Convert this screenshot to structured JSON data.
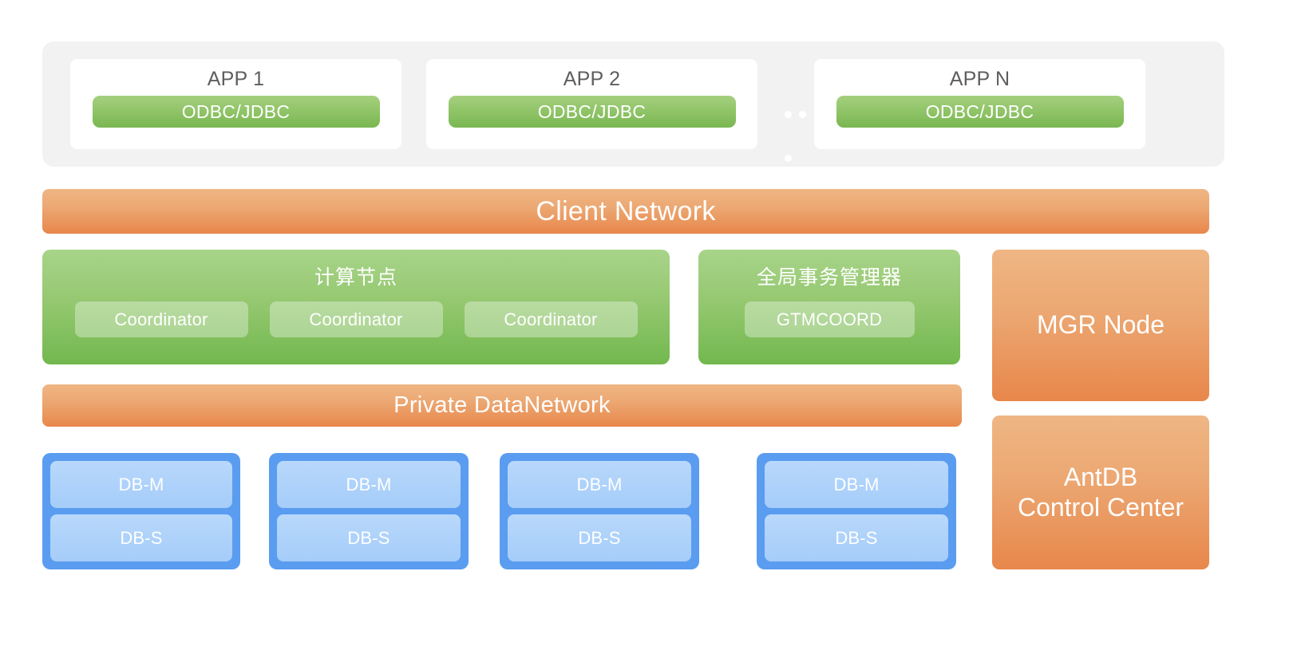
{
  "app_tier": {
    "cards": [
      {
        "title": "APP 1",
        "connector": "ODBC/JDBC"
      },
      {
        "title": "APP 2",
        "connector": "ODBC/JDBC"
      },
      {
        "title": "APP N",
        "connector": "ODBC/JDBC"
      }
    ],
    "ellipsis": "dots"
  },
  "networks": {
    "client": "Client Network",
    "private": "Private DataNetwork"
  },
  "compute": {
    "title": "计算节点",
    "coordinators": [
      "Coordinator",
      "Coordinator",
      "Coordinator"
    ]
  },
  "gtm": {
    "title": "全局事务管理器",
    "node": "GTMCOORD"
  },
  "side_panels": {
    "mgr": "MGR Node",
    "control_center_line1": "AntDB",
    "control_center_line2": "Control Center"
  },
  "db_clusters": [
    {
      "master": "DB-M",
      "slave": "DB-S"
    },
    {
      "master": "DB-M",
      "slave": "DB-S"
    },
    {
      "master": "DB-M",
      "slave": "DB-S"
    },
    {
      "master": "DB-M",
      "slave": "DB-S"
    }
  ],
  "colors": {
    "app_tier_bg": "#f2f2f2",
    "green_light": "#a8d489",
    "green_dark": "#72b84e",
    "orange_light": "#efb684",
    "orange_dark": "#e8874b",
    "blue_outer": "#5a9cf0",
    "blue_inner": "#aed2fa",
    "app_title_text": "#5e5e5e"
  }
}
